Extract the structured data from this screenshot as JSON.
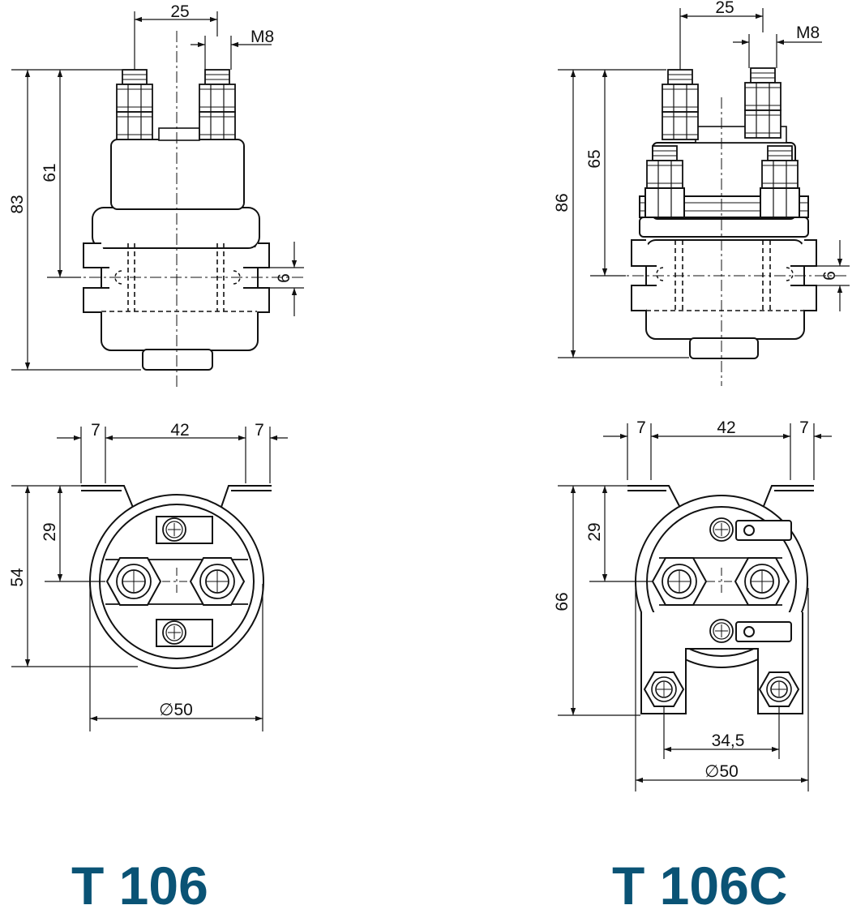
{
  "colors": {
    "line": "#111111",
    "title": "#0a5375",
    "background": "#ffffff"
  },
  "products": [
    {
      "name": "T 106",
      "side_dims": {
        "terminal_spacing": "25",
        "thread": "M8",
        "mount_height": "61",
        "total_height": "83",
        "slot": "6"
      },
      "top_dims": {
        "tab_left": "7",
        "tab_span": "42",
        "tab_right": "7",
        "center_offset": "29",
        "depth": "54",
        "diameter": "∅50"
      }
    },
    {
      "name": "T 106C",
      "side_dims": {
        "terminal_spacing": "25",
        "thread": "M8",
        "mount_height": "65",
        "total_height": "86",
        "slot": "6"
      },
      "top_dims": {
        "tab_left": "7",
        "tab_span": "42",
        "tab_right": "7",
        "center_offset": "29",
        "depth": "66",
        "lower_terminal_spacing": "34,5",
        "diameter": "∅50"
      }
    }
  ]
}
